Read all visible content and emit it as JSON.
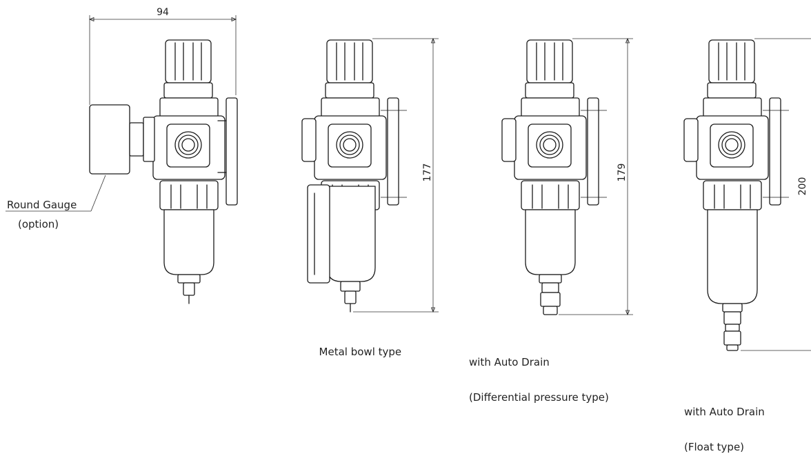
{
  "dimensions": {
    "width_94": "94",
    "height_177": "177",
    "height_179": "179",
    "height_200": "200"
  },
  "callout": {
    "line1": "Round Gauge",
    "line2": "(option)"
  },
  "captions": {
    "metal_bowl": "Metal bowl type",
    "diff_line1": "with Auto Drain",
    "diff_line2": "(Differential pressure type)",
    "float_line1": "with Auto Drain",
    "float_line2": "(Float type)"
  }
}
